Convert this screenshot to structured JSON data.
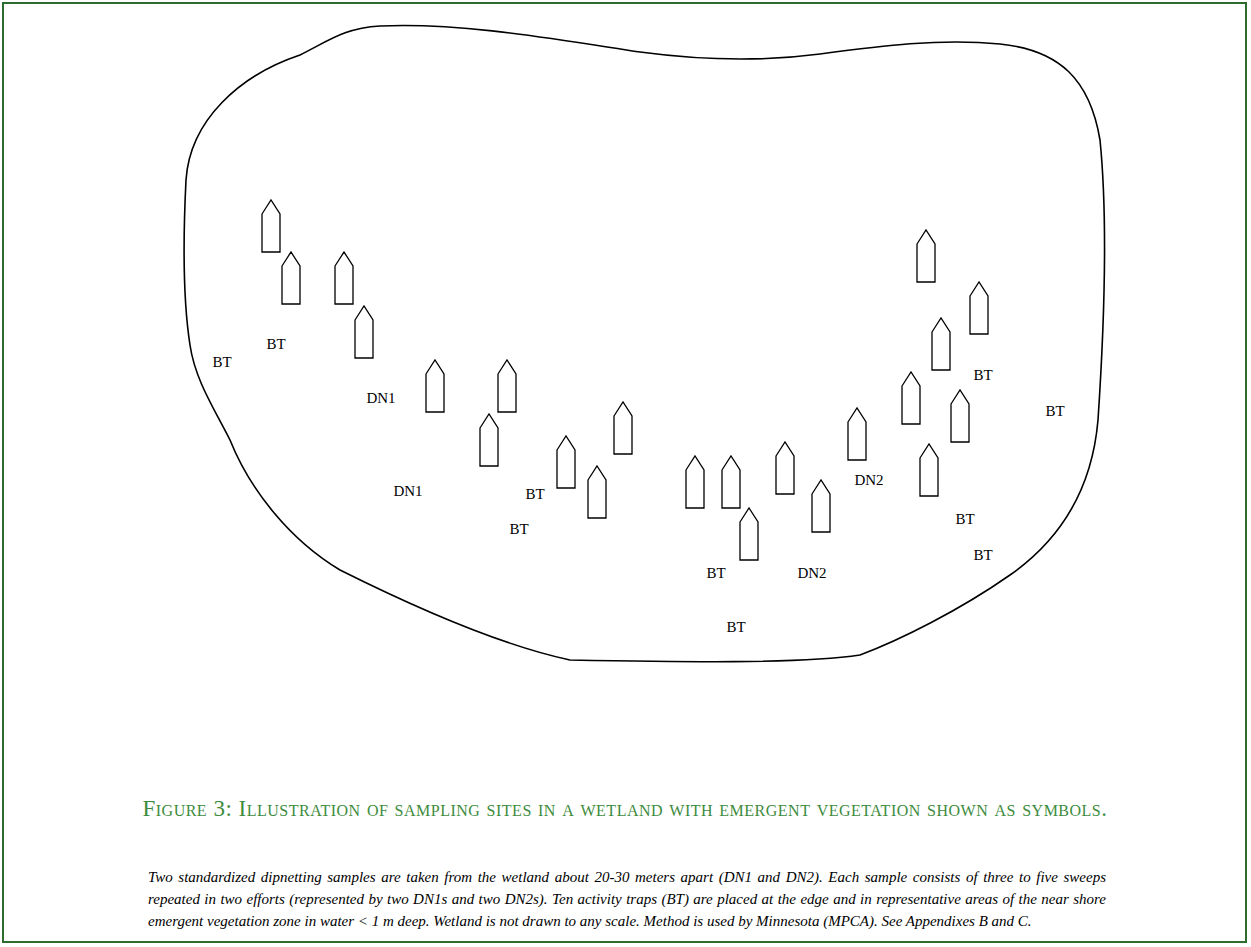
{
  "diagram": {
    "title": "Figure 3: Illustration of sampling sites in a wetland with emergent vegetation shown as symbols.",
    "caption": "Two standardized dipnetting samples are taken from the wetland about 20-30 meters apart (DN1 and DN2). Each sample consists of three to five sweeps repeated in two efforts (represented by two DN1s and two DN2s). Ten activity traps (BT) are placed at the edge and in representative areas of the near shore emergent vegetation zone in water < 1 m deep. Wetland is not drawn to any scale. Method is used by Minnesota (MPCA). See Appendixes B and C.",
    "labels": [
      "BT",
      "BT",
      "DN1",
      "DN1",
      "BT",
      "BT",
      "BT",
      "BT",
      "DN2",
      "DN2",
      "BT",
      "BT",
      "BT",
      "BT"
    ]
  }
}
